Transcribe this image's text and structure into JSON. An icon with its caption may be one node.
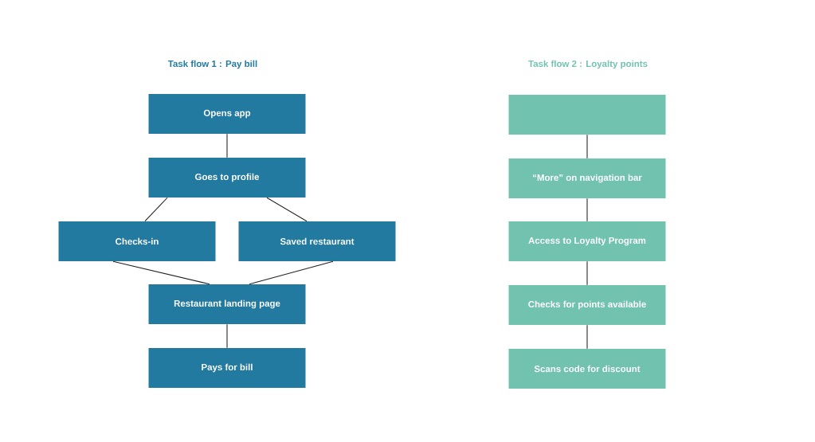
{
  "diagram": {
    "nodes": [
      {
        "text": [
          "Opens app"
        ]
      },
      {
        "text": [
          "Goes to profile"
        ]
      },
      {
        "text": [
          "Checks-in"
        ]
      },
      {
        "text": [
          "Saved restaurant"
        ]
      },
      {
        "text": [
          "Restaurant landing page"
        ]
      },
      {
        "text": [
          "Pays for bill"
        ]
      },
      {
        "text": [],
        "shape": "box"
      },
      {
        "text": [
          "“More” on navigation bar"
        ]
      },
      {
        "text": [
          "Access to Loyalty Program"
        ]
      },
      {
        "text": [
          "Checks for points available"
        ]
      },
      {
        "text": [
          "Scans code for discount"
        ]
      }
    ],
    "edges": [
      {
        "from": 0,
        "to": 1,
        "arrow": "none"
      },
      {
        "from": 1,
        "to": 2,
        "arrow": "none"
      },
      {
        "from": 1,
        "to": 3,
        "arrow": "none"
      },
      {
        "from": 2,
        "to": 4,
        "arrow": "none"
      },
      {
        "from": 3,
        "to": 4,
        "arrow": "none"
      },
      {
        "from": 4,
        "to": 5,
        "arrow": "none"
      },
      {
        "from": 6,
        "to": 7,
        "arrow": "none"
      },
      {
        "from": 7,
        "to": 8,
        "arrow": "none"
      },
      {
        "from": 8,
        "to": 9,
        "arrow": "none"
      },
      {
        "from": 9,
        "to": 10,
        "arrow": "none"
      }
    ],
    "labels": [
      "Task flow 1 : Pay bill",
      "Task flow 2 : Loyalty points"
    ]
  }
}
